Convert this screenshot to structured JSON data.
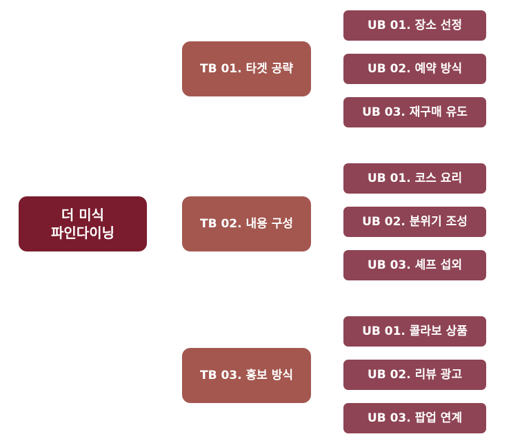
{
  "root": {
    "label": "더 미식\n파인다이닝"
  },
  "branches": [
    {
      "label": "TB 01. 타겟 공략",
      "children": [
        "UB 01. 장소 선정",
        "UB 02. 예약 방식",
        "UB 03. 재구매 유도"
      ]
    },
    {
      "label": "TB 02. 내용 구성",
      "children": [
        "UB 01. 코스 요리",
        "UB 02. 분위기 조성",
        "UB 03. 셰프 섭외"
      ]
    },
    {
      "label": "TB 03. 홍보 방식",
      "children": [
        "UB 01. 콜라보 상품",
        "UB 02. 리뷰 광고",
        "UB 03. 팝업 연계"
      ]
    }
  ],
  "colors": {
    "root": "#7a1c2e",
    "tb": "#a3574f",
    "ub": "#8e4454"
  }
}
